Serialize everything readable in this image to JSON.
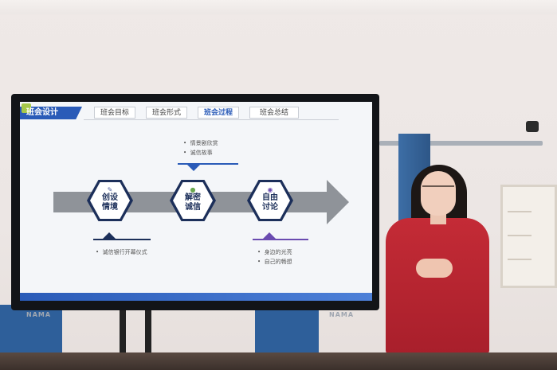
{
  "slide": {
    "header_title": "班会设计",
    "tabs": [
      {
        "label": "班会目标",
        "active": false
      },
      {
        "label": "班会形式",
        "active": false
      },
      {
        "label": "班会过程",
        "active": true
      },
      {
        "label": "班会总结",
        "active": false
      }
    ],
    "steps": [
      {
        "label_line1": "创设",
        "label_line2": "情境",
        "icon": "edit-icon"
      },
      {
        "label_line1": "解密",
        "label_line2": "诚信",
        "icon": "people-icon"
      },
      {
        "label_line1": "自由",
        "label_line2": "讨论",
        "icon": "chat-icon"
      }
    ],
    "top_bullets": [
      "情景剧欣赏",
      "诚信故事"
    ],
    "bottom_left_bullets": [
      "诚信银行开幕仪式"
    ],
    "bottom_right_bullets": [
      "身边的光亮",
      "自己的畅想"
    ]
  },
  "monitor_brand": "NAMA",
  "colors": {
    "accent": "#2a5bb8",
    "dark_navy": "#1c2f5a",
    "purple": "#6a4bb0",
    "arrow_gray": "#8f9399",
    "dress_red": "#c42b36"
  }
}
